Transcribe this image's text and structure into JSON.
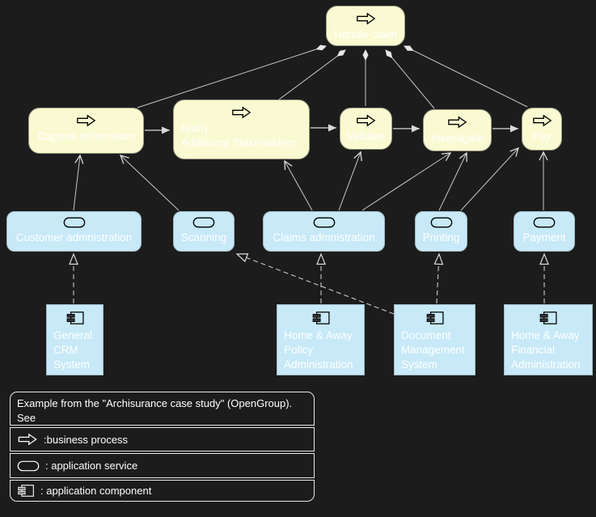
{
  "diagram": {
    "processes": {
      "handle_claim": "Handle claim",
      "capture_information": "Capture Information",
      "notify": [
        "Notify",
        "Additional Stakeholders"
      ],
      "validate": "Validate",
      "investigate": "Investigate",
      "pay": "Pay"
    },
    "services": {
      "customer_administration": "Customer admnistration",
      "scanning": "Scanning",
      "claims_administration": "Claims admnistration",
      "printing": "Printing",
      "payment": "Payment"
    },
    "components": {
      "general_crm_system": [
        "General",
        "CRM",
        "System"
      ],
      "home_away_policy_administration": [
        "Home & Away",
        "Policy",
        "Administration"
      ],
      "document_management_system": [
        "Document",
        "Management",
        "System"
      ],
      "home_away_financial_administration": [
        "Home & Away",
        "Financial",
        "Administration"
      ]
    }
  },
  "legend": {
    "note": [
      "Example from the \"Archisurance case study\" (OpenGroup).",
      "See"
    ],
    "business_process": ":business process",
    "application_service": ": application service",
    "application_component": ": application component"
  },
  "colors": {
    "background": "#1c1c1c",
    "process_fill": "#fafad2",
    "service_fill": "#c7e9f8",
    "component_fill": "#c7e9f8",
    "connector": "#cfcfcf",
    "text": "#ffffff"
  }
}
